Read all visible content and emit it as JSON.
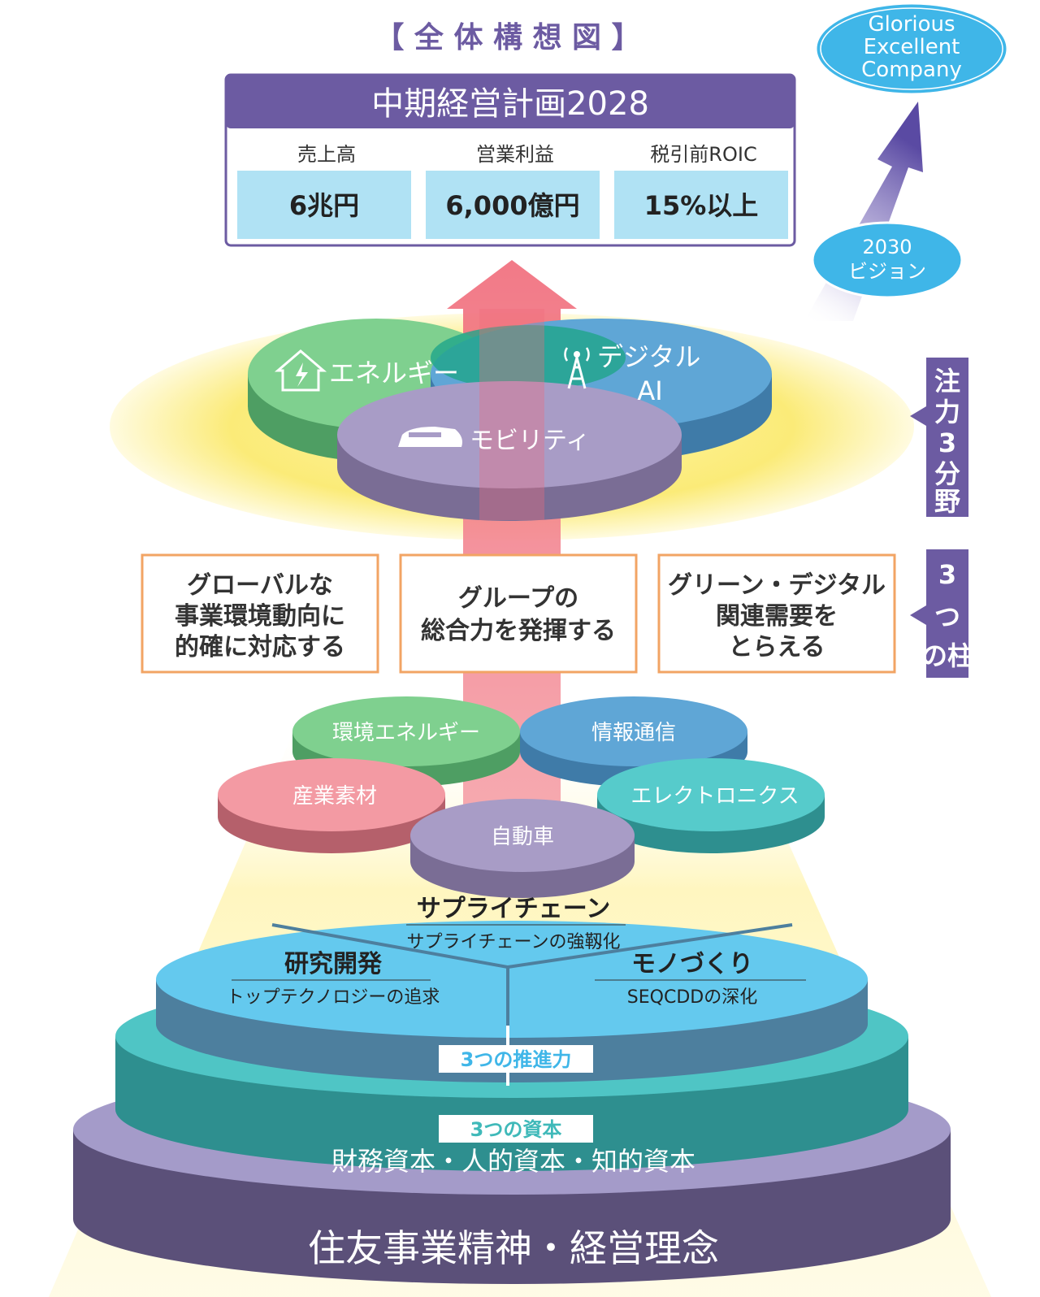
{
  "title": "【 全 体 構 想 図 】",
  "plan": {
    "name": "中期経営計画2028",
    "metrics": [
      {
        "label": "売上高",
        "value": "6兆円"
      },
      {
        "label": "営業利益",
        "value": "6,000億円"
      },
      {
        "label": "税引前ROIC",
        "value": "15%以上"
      }
    ]
  },
  "vision": {
    "company_lines": [
      "Glorious",
      "Excellent",
      "Company"
    ],
    "year_lines": [
      "2030",
      "ビジョン"
    ]
  },
  "focus": {
    "side_label": "注力3分野",
    "areas": [
      {
        "name": "エネルギー",
        "icon": "house-energy-icon"
      },
      {
        "name": "デジタル",
        "name2": "AI",
        "icon": "radio-tower-icon"
      },
      {
        "name": "モビリティ",
        "icon": "train-icon"
      }
    ]
  },
  "pillars": {
    "side_label": "3つの柱",
    "items": [
      {
        "lines": [
          "グローバルな",
          "事業環境動向に",
          "的確に対応する"
        ]
      },
      {
        "lines": [
          "グループの",
          "総合力を発揮する"
        ]
      },
      {
        "lines": [
          "グリーン・デジタル",
          "関連需要を",
          "とらえる"
        ]
      }
    ]
  },
  "segments": [
    {
      "name": "環境エネルギー"
    },
    {
      "name": "情報通信"
    },
    {
      "name": "産業素材"
    },
    {
      "name": "エレクトロニクス"
    },
    {
      "name": "自動車"
    }
  ],
  "drivers": {
    "label": "3つの推進力",
    "items": [
      {
        "title": "サプライチェーン",
        "sub": "サプライチェーンの強靱化"
      },
      {
        "title": "研究開発",
        "sub": "トップテクノロジーの追求"
      },
      {
        "title": "モノづくり",
        "sub": "SEQCDDの深化"
      }
    ]
  },
  "capital": {
    "label": "3つの資本",
    "text": "財務資本・人的資本・知的資本"
  },
  "foundation": "住友事業精神・経営理念",
  "colors": {
    "purple": "#6c5ba2",
    "light_blue_box": "#b0e2f4",
    "energy_green": "#7fd08f",
    "digital_blue": "#5fa6d6",
    "mobility_purple": "#a89cc6",
    "orange_border": "#f2a464",
    "sky": "#64c9ee",
    "teal": "#3fb9b9",
    "base_purple": "#a49bc9"
  }
}
